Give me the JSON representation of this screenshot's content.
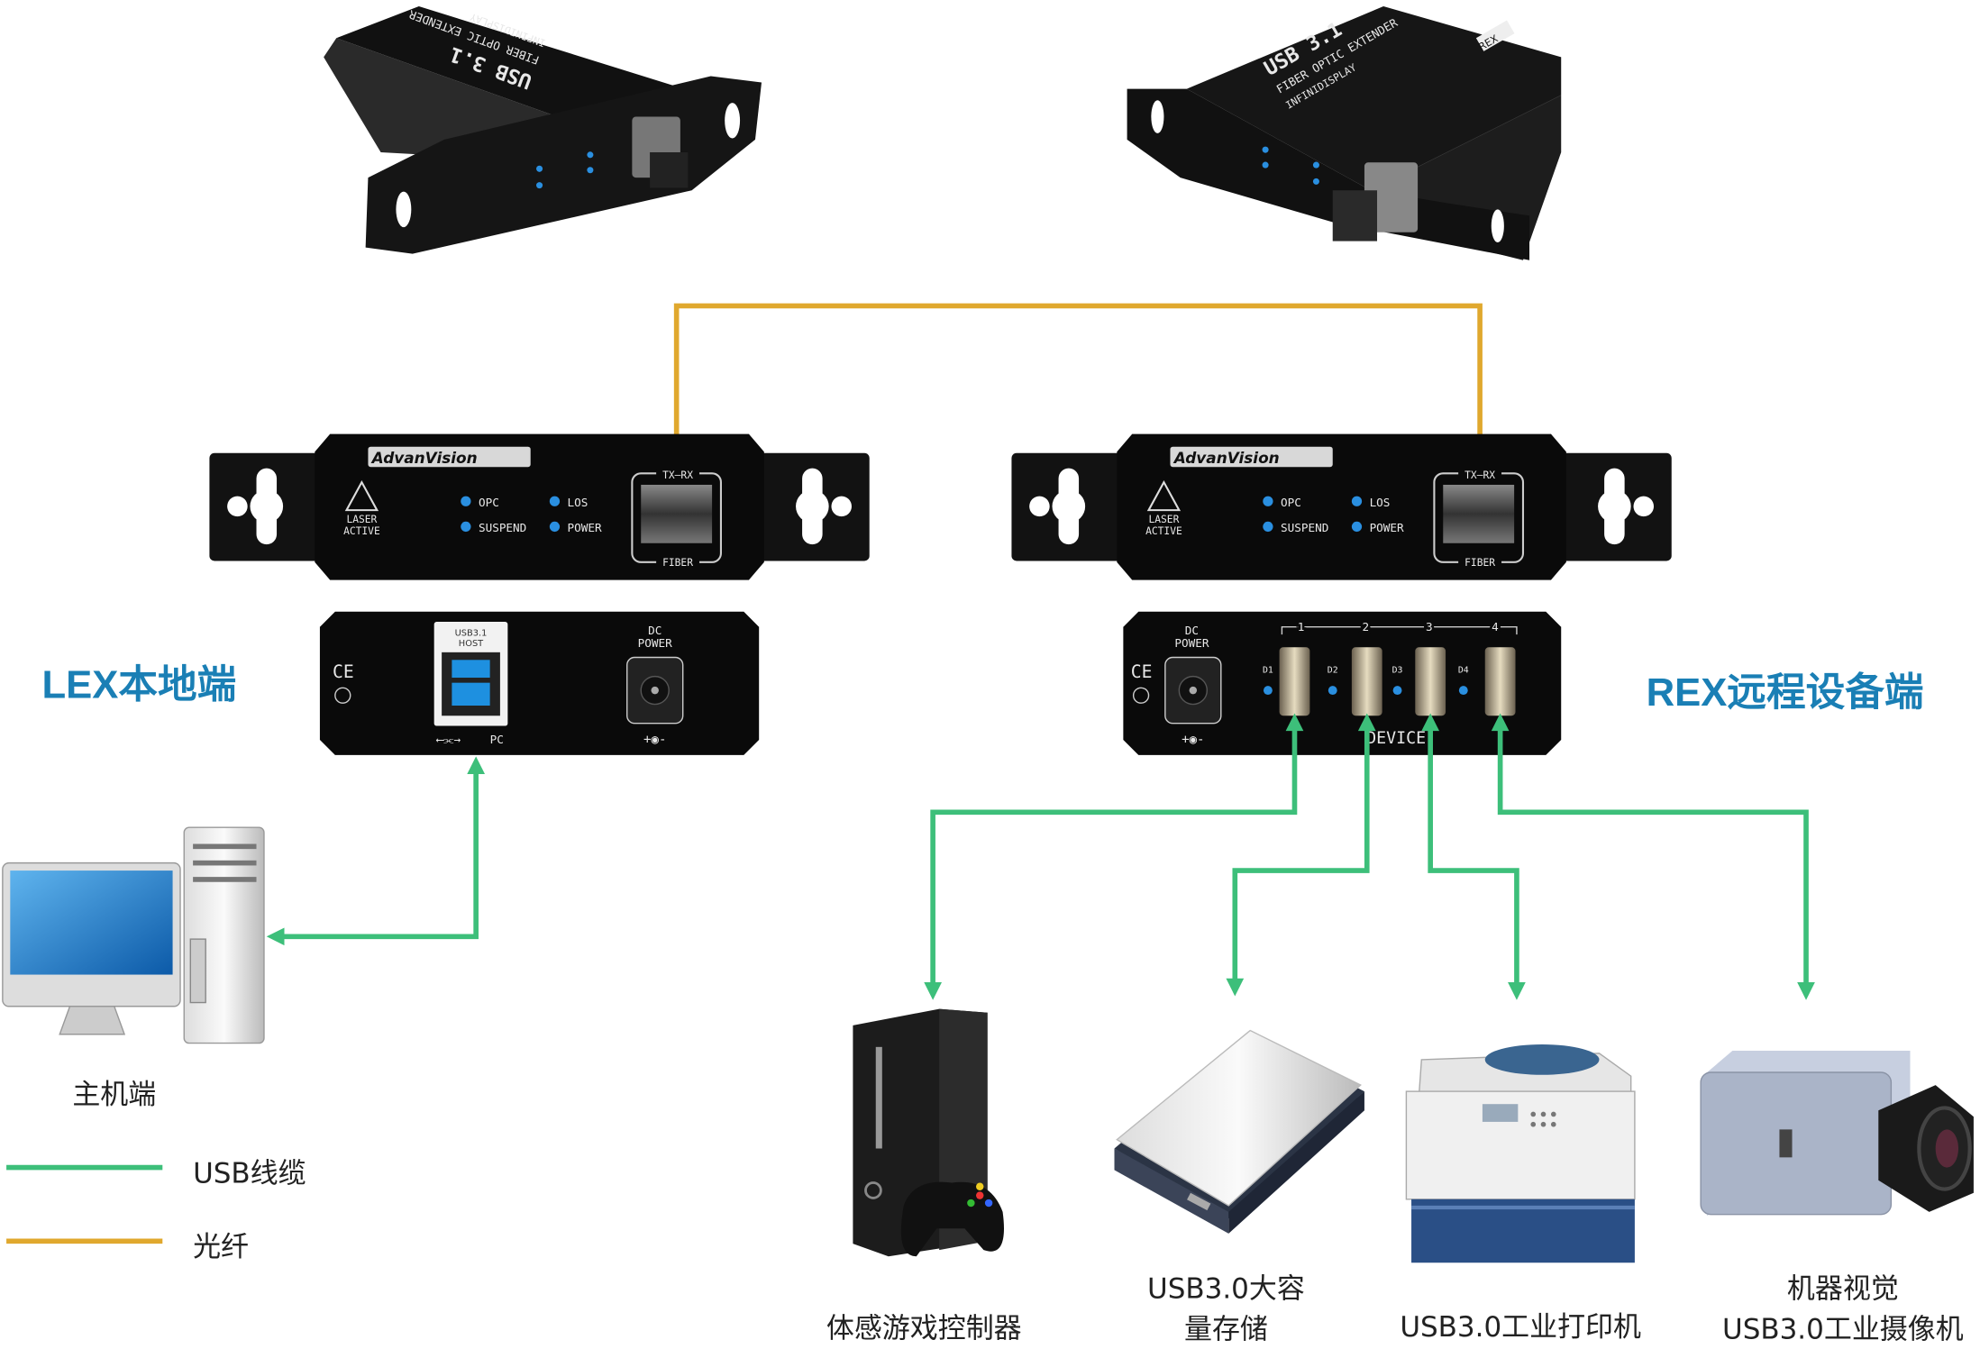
{
  "colors": {
    "usb_cable": "#3dbf7a",
    "fiber": "#e0a82e",
    "side_label": "#1a7fb5",
    "led": "#2a8fe0"
  },
  "top_devices": {
    "lex": {
      "title": "USB 3.1",
      "subtitle": "FIBER OPTIC EXTENDER",
      "brand": "INFINIDISPLAY"
    },
    "rex": {
      "title": "USB 3.1",
      "subtitle": "FIBER OPTIC EXTENDER",
      "brand": "INFINIDISPLAY",
      "badge": "REX"
    }
  },
  "front_panel": {
    "logo": "AdvanVision",
    "laser": [
      "LASER",
      "ACTIVE"
    ],
    "leds": [
      "OPC",
      "LOS",
      "SUSPEND",
      "POWER"
    ],
    "sfp_top": "TX—RX",
    "sfp_bottom": "FIBER"
  },
  "lex_rear": {
    "ce": "CE",
    "usb_port": [
      "USB3.1",
      "HOST"
    ],
    "dc": [
      "DC",
      "POWER"
    ],
    "pc": "PC"
  },
  "rex_rear": {
    "ce": "CE",
    "dc": [
      "DC",
      "POWER"
    ],
    "ports": [
      "1",
      "2",
      "3",
      "4"
    ],
    "port_ids": [
      "D1",
      "D2",
      "D3",
      "D4"
    ],
    "device": "DEVICE"
  },
  "labels": {
    "lex": "LEX本地端",
    "rex": "REX远程设备端",
    "host": "主机端"
  },
  "legend": [
    {
      "label": "USB线缆",
      "type": "usb_cable"
    },
    {
      "label": "光纤",
      "type": "fiber"
    }
  ],
  "devices": [
    {
      "icon": "game-console-icon",
      "lines": [
        "体感游戏控制器"
      ]
    },
    {
      "icon": "hard-drive-icon",
      "lines": [
        "USB3.0大容",
        "量存储"
      ]
    },
    {
      "icon": "printer-icon",
      "lines": [
        "USB3.0工业打印机"
      ]
    },
    {
      "icon": "camera-icon",
      "lines": [
        "机器视觉",
        "USB3.0工业摄像机"
      ]
    }
  ]
}
